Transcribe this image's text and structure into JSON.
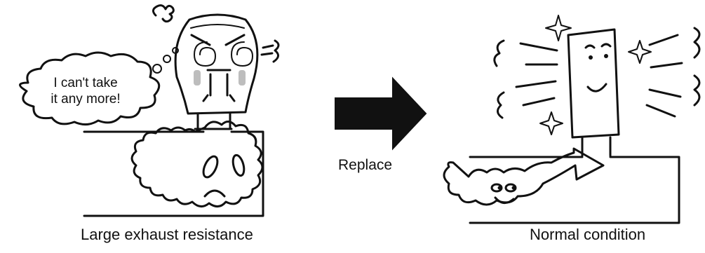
{
  "speech_bubble": {
    "line1": "I can't take",
    "line2": "it any more!"
  },
  "arrow_label": "Replace",
  "left_caption": "Large exhaust resistance",
  "right_caption": "Normal condition",
  "colors": {
    "ink": "#111111",
    "cheek_gray": "#bdbdbd",
    "background": "#ffffff"
  }
}
